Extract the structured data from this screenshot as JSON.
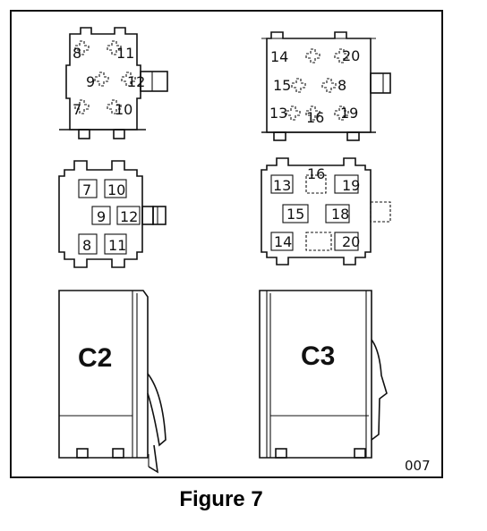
{
  "figure_caption": "Figure 7",
  "figure_code": "007",
  "connectors": [
    {
      "name": "C2",
      "face_pins": [
        "8",
        "11",
        "9",
        "12",
        "7",
        "10"
      ],
      "rear_pins": [
        "7",
        "10",
        "9",
        "12",
        "8",
        "11"
      ]
    },
    {
      "name": "C3",
      "face_pins": [
        "14",
        "20",
        "15",
        "8",
        "13",
        "16",
        "19"
      ],
      "rear_pins": [
        "13",
        "16",
        "19",
        "15",
        "18",
        "14",
        "20"
      ]
    }
  ]
}
